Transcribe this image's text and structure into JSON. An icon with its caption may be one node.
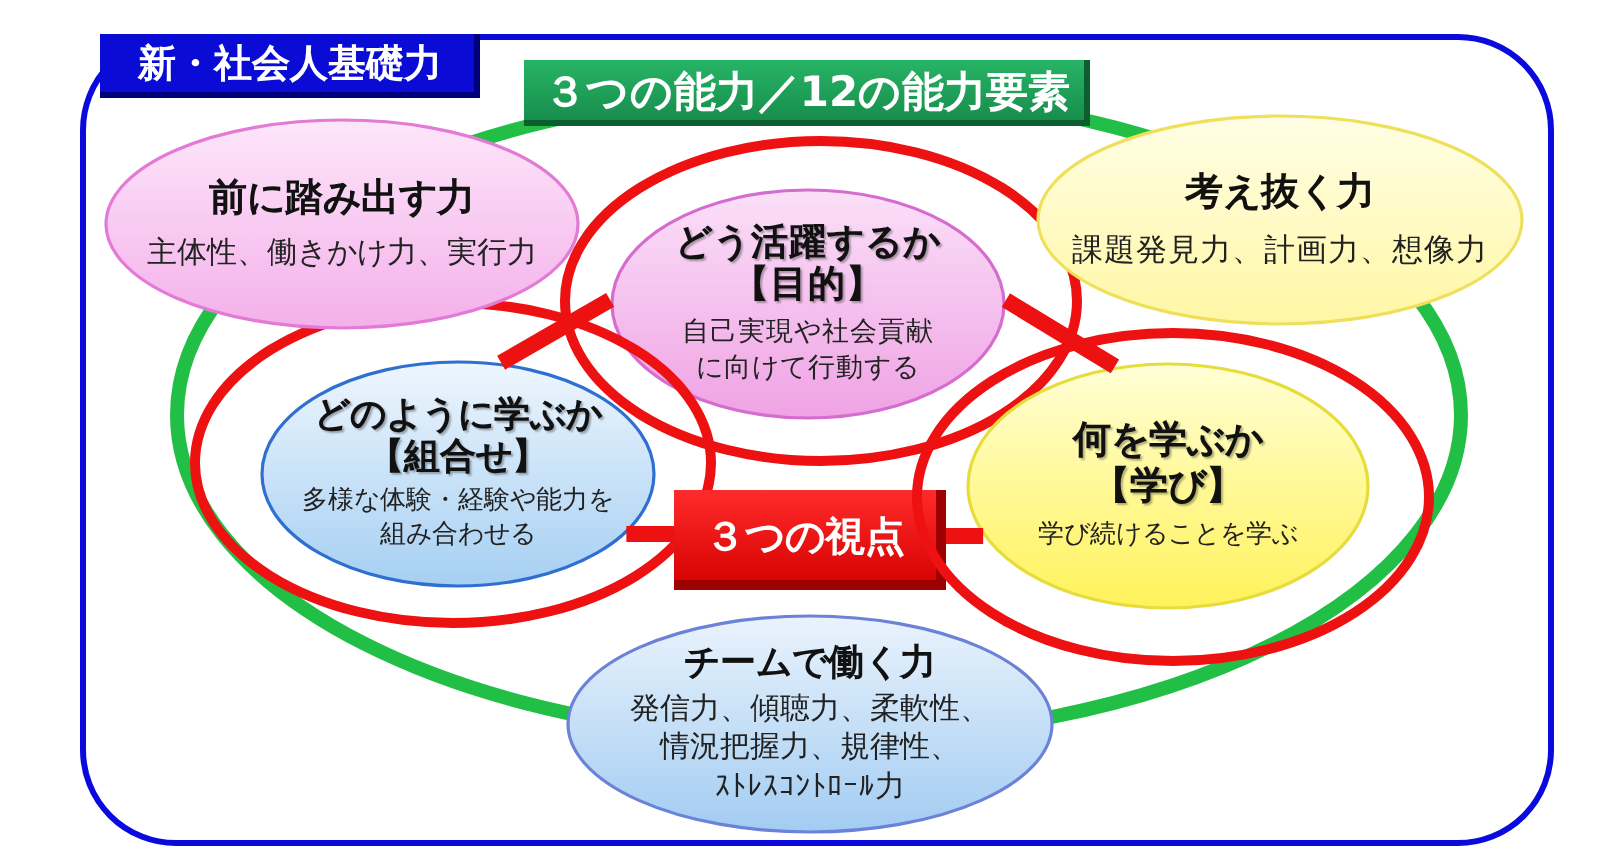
{
  "diagram": {
    "nodes": [
      {
        "text": [
          "新・社会人基礎力"
        ]
      },
      {
        "text": [
          "３つの能力／12の能力要素"
        ],
        "in": 0
      },
      {
        "text": [
          "前に踏み出す力",
          "主体性、働きかけ力、実行力"
        ],
        "in": 0
      },
      {
        "text": [],
        "shape": "ellipse",
        "in": 1
      },
      {
        "text": [
          "どう活躍するか【目的】",
          "自己実現や社会貢献に向けて行動する"
        ],
        "in": 3
      },
      {
        "text": [
          "考え抜く力",
          "課題発見力、計画力、想像力"
        ],
        "in": 0
      },
      {
        "text": [],
        "shape": "ellipse",
        "in": 1
      },
      {
        "text": [
          "どのように学ぶか【組合せ】",
          "多様な体験・経験や能力を組み合わせる"
        ],
        "in": 6
      },
      {
        "text": [
          "３つの視点"
        ],
        "in": 1
      },
      {
        "text": [],
        "shape": "ellipse",
        "in": 1
      },
      {
        "text": [
          "何を学ぶか【学び】",
          "学び続けることを学ぶ"
        ],
        "in": 9
      },
      {
        "text": [
          "チームで働く力",
          "発信力、傾聴力、柔軟性、情況把握力、規律性、ｽﾄﾚｽｺﾝﾄﾛｰﾙ力"
        ],
        "in": 0
      }
    ],
    "edges": [
      {
        "from": 4,
        "to": 7,
        "arrow": "none"
      },
      {
        "from": 4,
        "to": 10,
        "arrow": "none"
      },
      {
        "from": 8,
        "to": 7,
        "arrow": "none"
      },
      {
        "from": 8,
        "to": 10,
        "arrow": "none"
      }
    ]
  }
}
